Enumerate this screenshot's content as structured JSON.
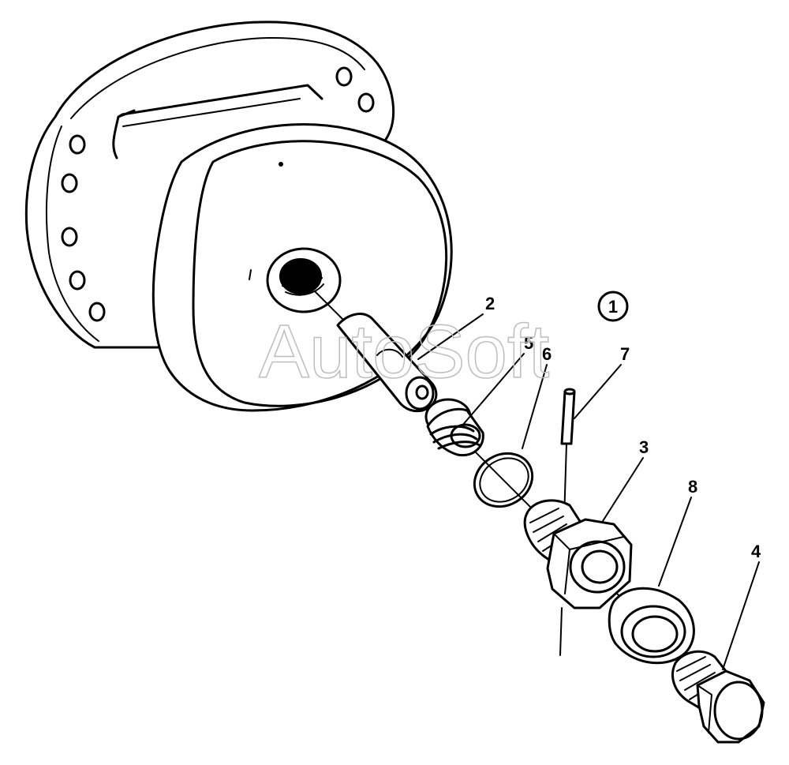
{
  "diagram": {
    "view_marker": "1",
    "callouts": [
      {
        "id": "callout-2",
        "text": "2"
      },
      {
        "id": "callout-5",
        "text": "5"
      },
      {
        "id": "callout-6",
        "text": "6"
      },
      {
        "id": "callout-7",
        "text": "7"
      },
      {
        "id": "callout-3",
        "text": "3"
      },
      {
        "id": "callout-8",
        "text": "8"
      },
      {
        "id": "callout-4",
        "text": "4"
      }
    ],
    "watermark": "AutoSoft"
  },
  "colors": {
    "ink": "#000000",
    "paper": "#ffffff",
    "watermark": "#bdbdbd"
  }
}
